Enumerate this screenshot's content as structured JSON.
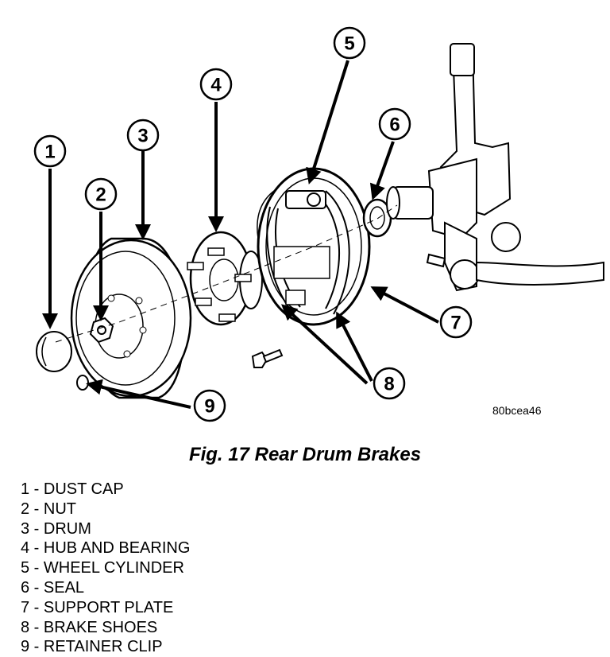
{
  "figure": {
    "caption": "Fig. 17 Rear Drum Brakes",
    "image_code": "80bcea46"
  },
  "callouts": [
    "1",
    "2",
    "3",
    "4",
    "5",
    "6",
    "7",
    "8",
    "9"
  ],
  "legend": [
    "1 - DUST CAP",
    "2 - NUT",
    "3 - DRUM",
    "4 - HUB AND BEARING",
    "5 - WHEEL CYLINDER",
    "6 - SEAL",
    "7 - SUPPORT PLATE",
    "8 - BRAKE SHOES",
    "9 - RETAINER CLIP"
  ]
}
